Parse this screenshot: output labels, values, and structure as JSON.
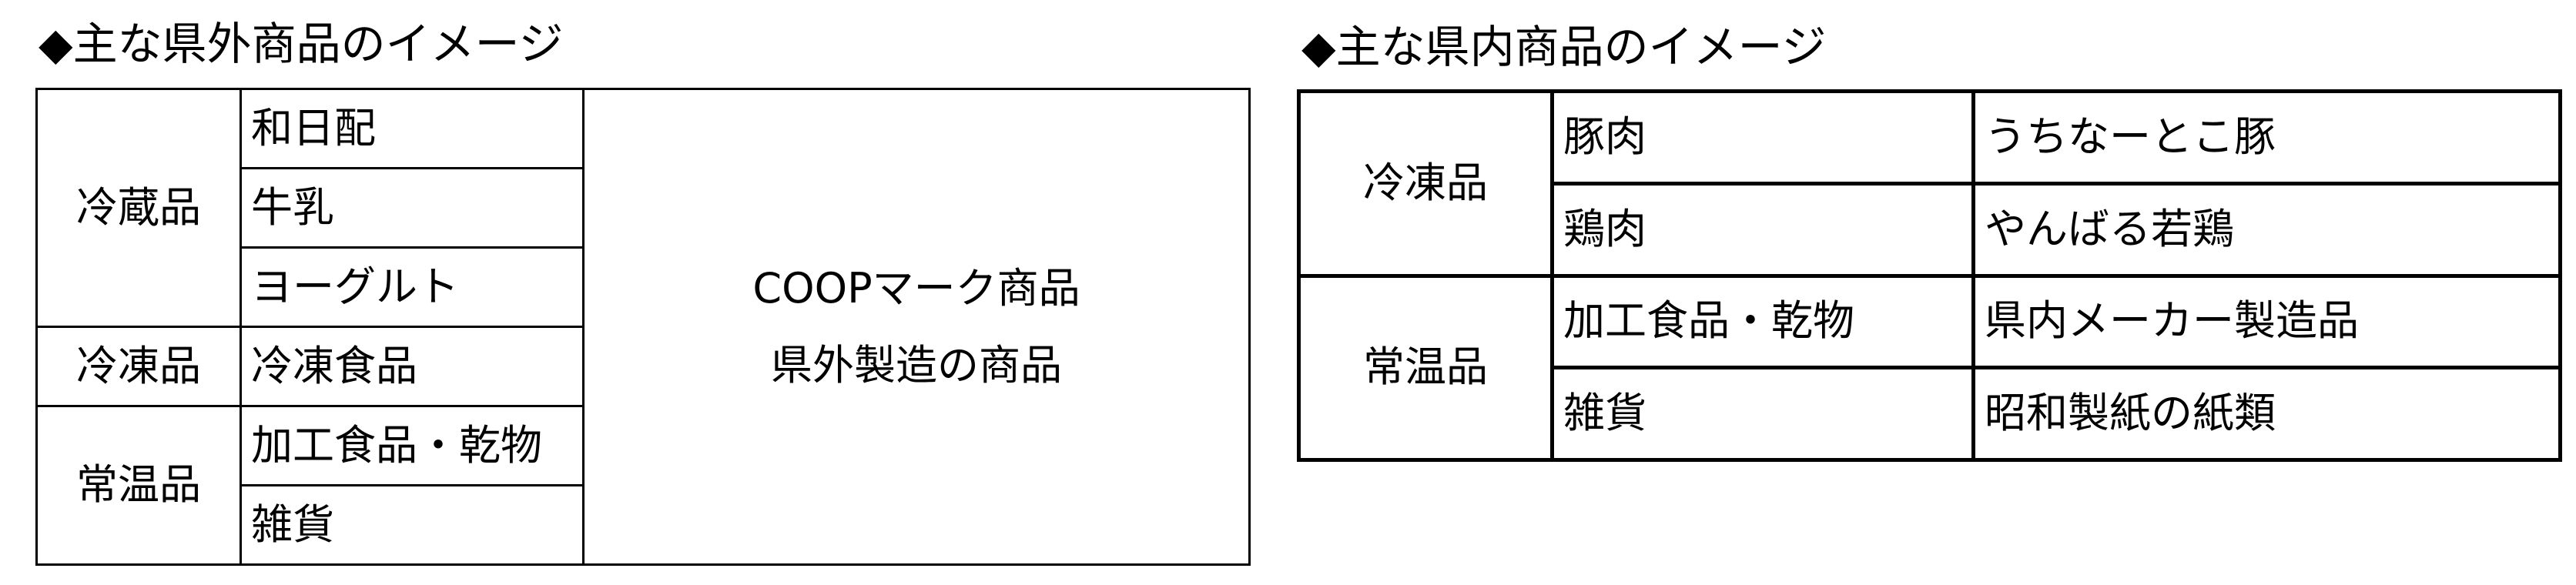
{
  "left": {
    "heading": "◆主な県外商品のイメージ",
    "groups": [
      {
        "category": "冷蔵品",
        "items": [
          "和日配",
          "牛乳",
          "ヨーグルト"
        ]
      },
      {
        "category": "冷凍品",
        "items": [
          "冷凍食品"
        ]
      },
      {
        "category": "常温品",
        "items": [
          "加工食品・乾物",
          "雑貨"
        ]
      }
    ],
    "description": [
      "COOPマーク商品",
      "県外製造の商品"
    ]
  },
  "right": {
    "heading": "◆主な県内商品のイメージ",
    "groups": [
      {
        "category": "冷凍品",
        "rows": [
          {
            "item": "豚肉",
            "example": "うちなーとこ豚"
          },
          {
            "item": "鶏肉",
            "example": "やんばる若鶏"
          }
        ]
      },
      {
        "category": "常温品",
        "rows": [
          {
            "item": "加工食品・乾物",
            "example": "県内メーカー製造品"
          },
          {
            "item": "雑貨",
            "example": "昭和製紙の紙類"
          }
        ]
      }
    ]
  }
}
